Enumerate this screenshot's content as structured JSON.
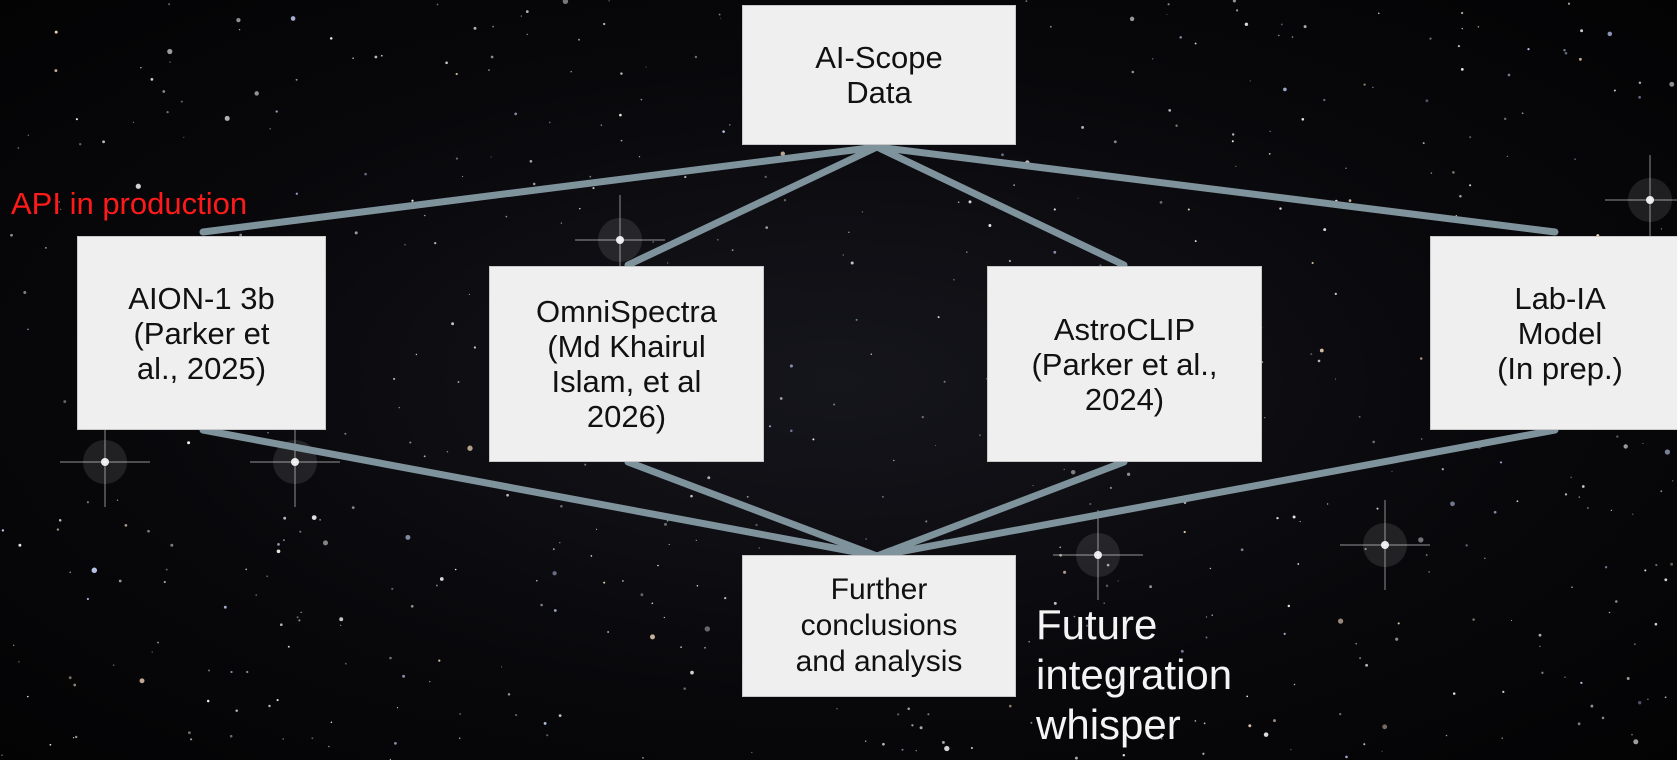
{
  "diagram": {
    "source_node": {
      "label": "AI-Scope\nData"
    },
    "model_nodes": [
      {
        "id": "aion",
        "label": "AION-1 3b\n(Parker et\nal., 2025)"
      },
      {
        "id": "omni",
        "label": "OmniSpectra\n(Md Khairul\nIslam, et al\n2026)"
      },
      {
        "id": "clip",
        "label": "AstroCLIP\n(Parker et al.,\n2024)"
      },
      {
        "id": "labia",
        "label": "Lab-IA\nModel\n(In prep.)"
      }
    ],
    "output_node": {
      "label": "Further\nconclusions\nand analysis"
    },
    "annotations": {
      "api_status": "API in production",
      "future_note": "Future\nintegration\nwhisper"
    },
    "colors": {
      "connector": "#7f939d",
      "node_fill": "#efefef",
      "api_status_text": "#ff1a1a",
      "future_note_text": "#f4f4f4",
      "background": "#08080b"
    }
  }
}
